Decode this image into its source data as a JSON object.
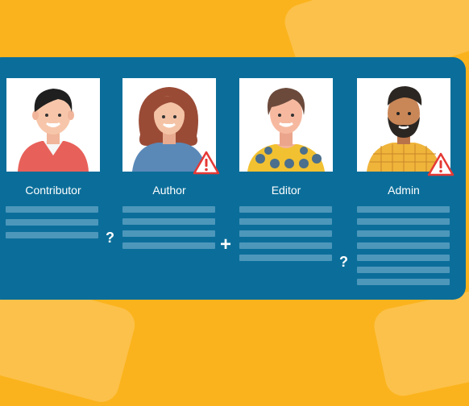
{
  "colors": {
    "background": "#fbb31d",
    "panel": "#0b6e9a",
    "text_line": "#4d97bb",
    "card": "#ffffff",
    "warning": "#e53935"
  },
  "roles": [
    {
      "label": "Contributor",
      "avatar": "contributor-avatar",
      "lines": 3,
      "warning": false
    },
    {
      "label": "Author",
      "avatar": "author-avatar",
      "lines": 4,
      "warning": true
    },
    {
      "label": "Editor",
      "avatar": "editor-avatar",
      "lines": 5,
      "warning": false
    },
    {
      "label": "Admin",
      "avatar": "admin-avatar",
      "lines": 7,
      "warning": true
    }
  ],
  "connectors": [
    "?",
    "+",
    "?"
  ],
  "icons": {
    "warning": "warning-triangle-icon"
  }
}
